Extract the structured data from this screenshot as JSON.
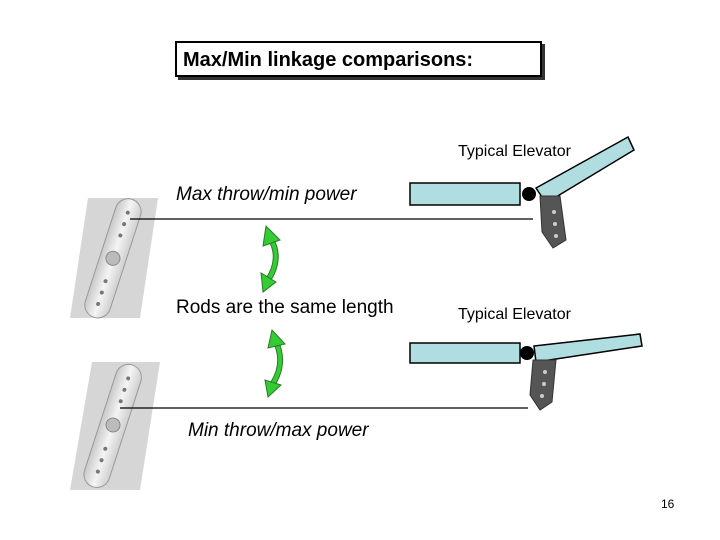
{
  "title": "Max/Min linkage comparisons:",
  "labels": {
    "max_throw": "Max throw/min power",
    "rods": "Rods are the same length",
    "min_throw": "Min throw/max power",
    "elevator_top": "Typical Elevator",
    "elevator_bottom": "Typical Elevator"
  },
  "page_number": "16",
  "colors": {
    "arrow": "#33cc33",
    "elevator": "#b0dde0",
    "servo_arm": "#e8e8e8",
    "horn": "#555555"
  }
}
